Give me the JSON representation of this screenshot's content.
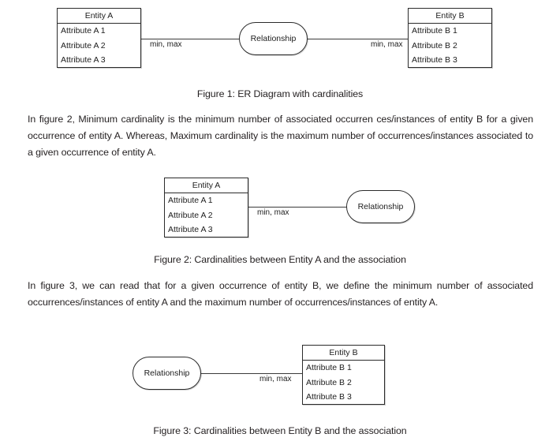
{
  "document": {
    "title": "ER Diagram with cardinalities — cardinality explanation page"
  },
  "figures": [
    {
      "id": "figure-1",
      "caption": "Figure 1: ER Diagram with cardinalities",
      "entity_a": {
        "title": "Entity A",
        "attributes": [
          "Attribute A 1",
          "Attribute A 2",
          "Attribute A 3"
        ]
      },
      "entity_b": {
        "title": "Entity B",
        "attributes": [
          "Attribute B 1",
          "Attribute B 2",
          "Attribute B 3"
        ]
      },
      "relationship": {
        "label": "Relationship"
      },
      "cardinality_left": "min, max",
      "cardinality_right": "min, max"
    },
    {
      "id": "figure-2",
      "caption": "Figure 2: Cardinalities between Entity A and the association",
      "entity_a": {
        "title": "Entity A",
        "attributes": [
          "Attribute A 1",
          "Attribute A 2",
          "Attribute A 3"
        ]
      },
      "relationship": {
        "label": "Relationship"
      },
      "cardinality": "min, max"
    },
    {
      "id": "figure-3",
      "caption": "Figure 3: Cardinalities between Entity B and the association",
      "entity_b": {
        "title": "Entity B",
        "attributes": [
          "Attribute B 1",
          "Attribute B 2",
          "Attribute B 3"
        ]
      },
      "relationship": {
        "label": "Relationship"
      },
      "cardinality": "min, max"
    }
  ],
  "paragraphs": {
    "p1": "In figure 2,  Minimum cardinality is the minimum number of associated occurren ces/instances of entity B for a given occurrence of entity A. Whereas, Maximum cardinality is the maximum number of occurrences/instances associated to a given occurrence of entity A.",
    "p2": "In figure 3,  we can read that for a given occurrence of entity B, we define the minimum number of associated occurrences/instances of entity A and the maximum number of occurrences/instances of entity A."
  },
  "colors": {
    "ink": "#231f20",
    "stroke": "#2b2b2b",
    "line": "#3a3a3a",
    "paper": "#ffffff"
  }
}
